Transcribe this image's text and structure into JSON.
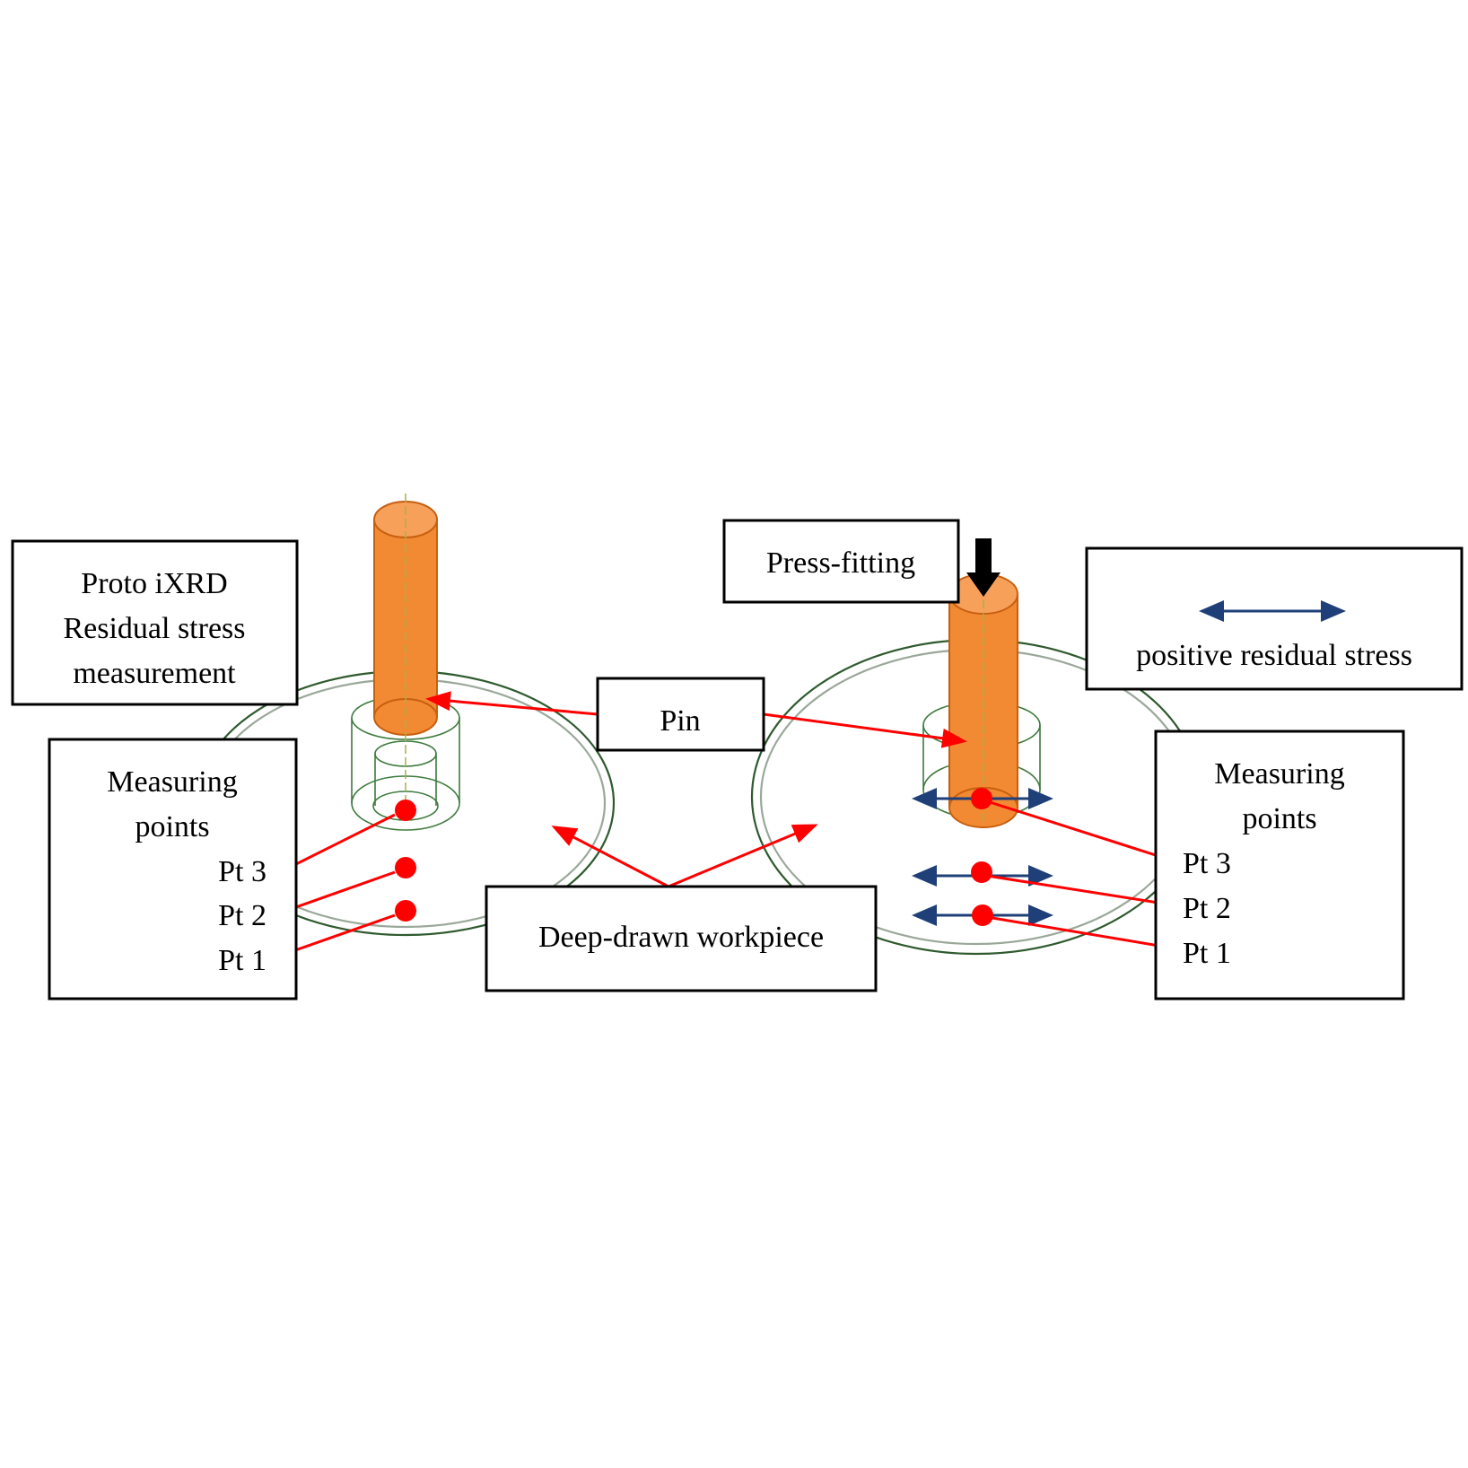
{
  "labels": {
    "left_instrument": [
      "Proto iXRD",
      "Residual stress",
      "measurement"
    ],
    "left_measuring": [
      "Measuring",
      "points"
    ],
    "left_points": [
      "Pt 3",
      "Pt 2",
      "Pt 1"
    ],
    "pin": "Pin",
    "workpiece": "Deep-drawn workpiece",
    "press_fitting": "Press-fitting",
    "legend_stress": "positive residual stress",
    "right_measuring": [
      "Measuring",
      "points"
    ],
    "right_points": [
      "Pt 3",
      "Pt 2",
      "Pt 1"
    ]
  },
  "colors": {
    "pin_fill": "#f28a33",
    "pin_stroke": "#c75f10",
    "pin_top": "#f7a05a",
    "workpiece_line": "#2f5a2f",
    "wire_line": "#3d7a3d",
    "axis_line": "#a8b04a",
    "leader": "#ff0000",
    "point": "#ff0000",
    "stress_arrow": "#1f3f78",
    "force_arrow": "#000000"
  },
  "icons": {
    "force": "down-arrow-icon",
    "stress": "double-headed-arrow-icon",
    "point": "red-dot-icon"
  }
}
